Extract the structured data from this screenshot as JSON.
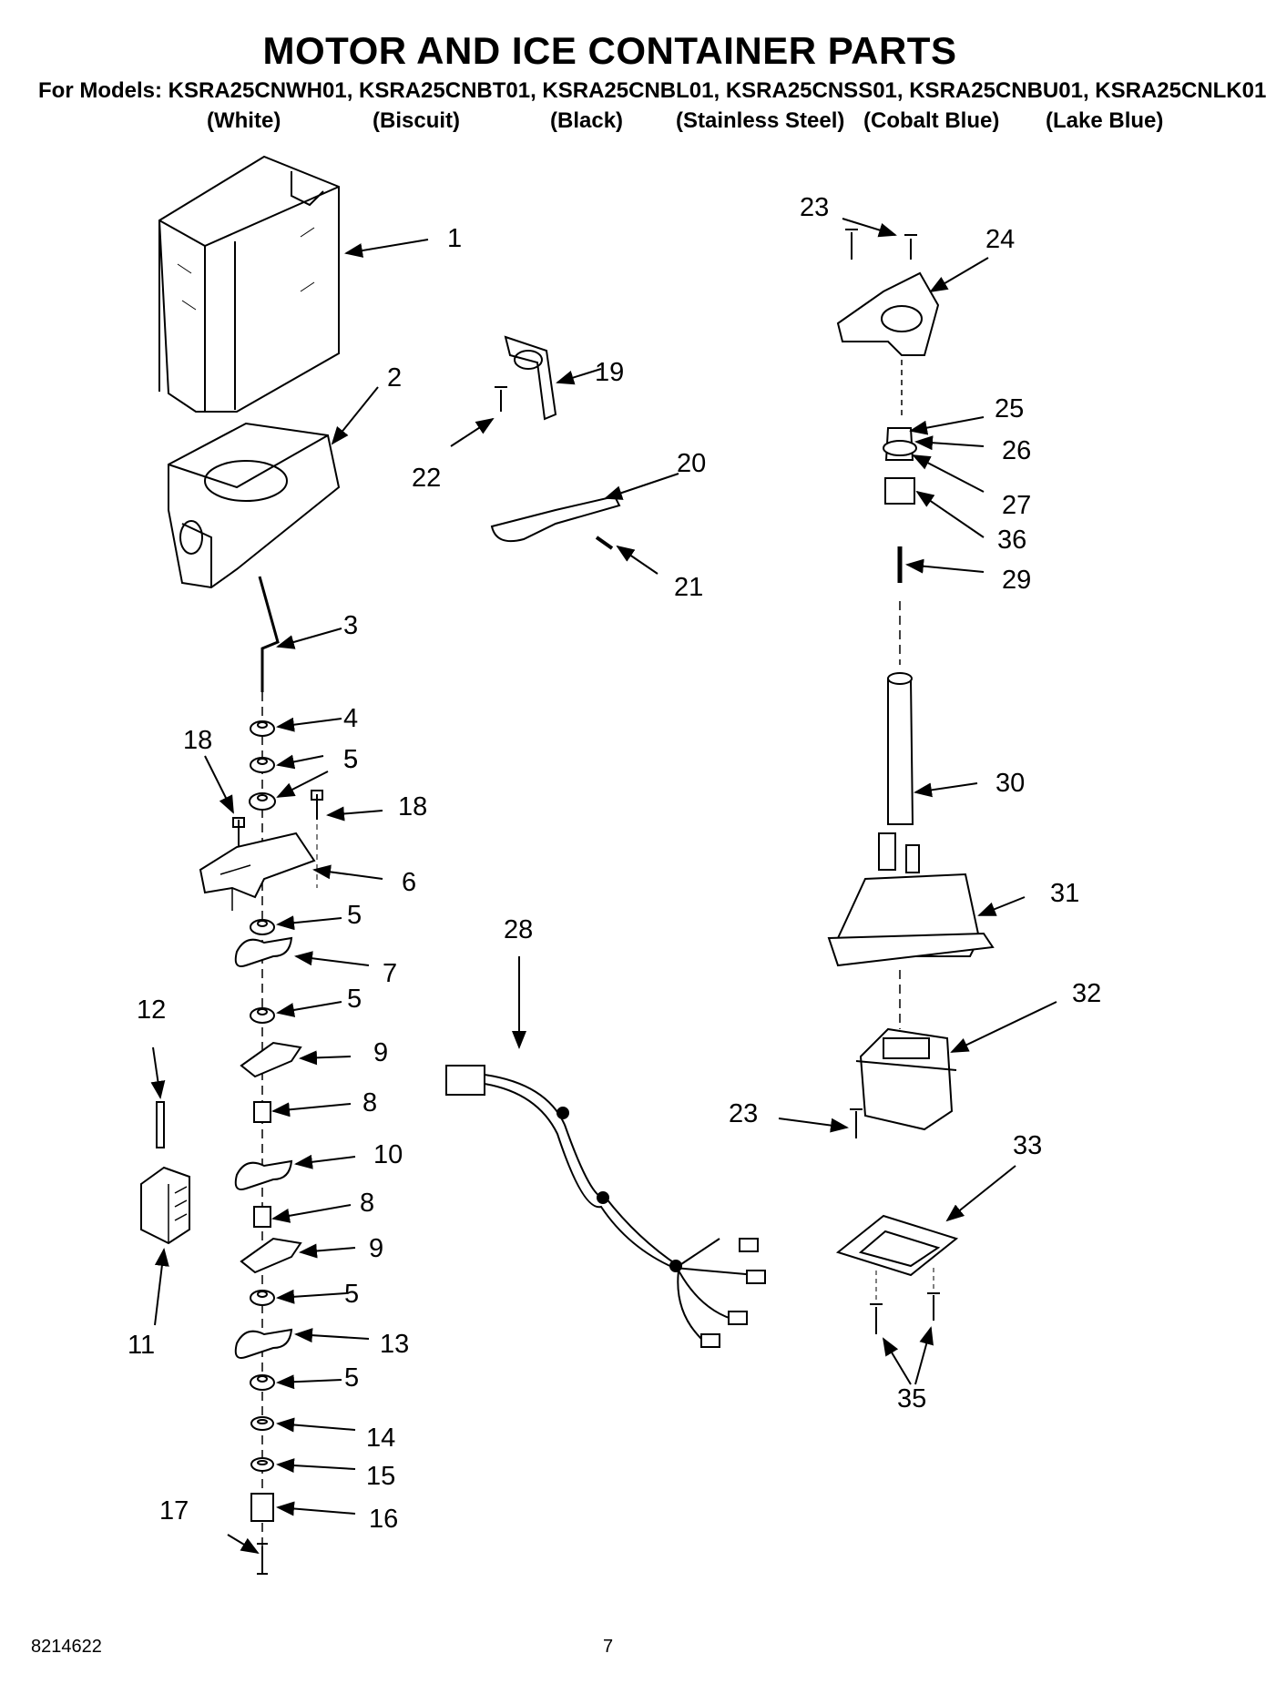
{
  "header": {
    "title": "MOTOR AND ICE CONTAINER PARTS",
    "models_line": "For Models: KSRA25CNWH01, KSRA25CNBT01, KSRA25CNBL01, KSRA25CNSS01, KSRA25CNBU01, KSRA25CNLK01",
    "colors": [
      "(White)",
      "(Biscuit)",
      "(Black)",
      "(Stainless Steel)",
      "(Cobalt Blue)",
      "(Lake Blue)"
    ]
  },
  "callouts": [
    "1",
    "2",
    "3",
    "4",
    "5",
    "18",
    "5",
    "18",
    "6",
    "5",
    "7",
    "5",
    "9",
    "8",
    "10",
    "8",
    "9",
    "5",
    "13",
    "5",
    "14",
    "15",
    "17",
    "16",
    "12",
    "11",
    "19",
    "22",
    "20",
    "21",
    "28",
    "23",
    "24",
    "25",
    "26",
    "27",
    "36",
    "29",
    "30",
    "31",
    "32",
    "23",
    "33",
    "35"
  ],
  "footer": {
    "doc_number": "8214622",
    "page_number": "7"
  }
}
